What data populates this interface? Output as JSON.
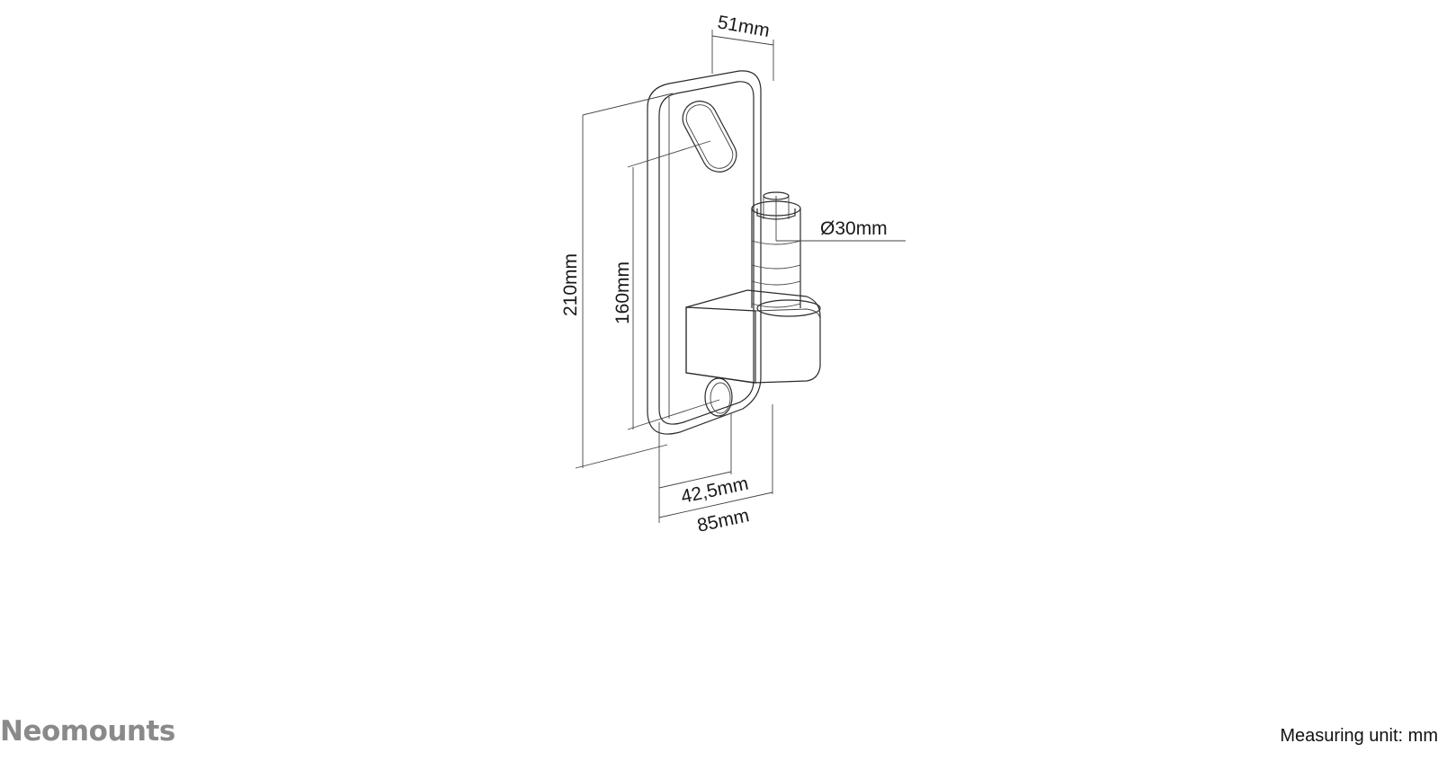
{
  "dimensions": {
    "depth": "51mm",
    "diameter": "Ø30mm",
    "height": "210mm",
    "hole_spacing": "160mm",
    "half_width": "42,5mm",
    "width": "85mm"
  },
  "footer": {
    "brand": "Neomounts",
    "unit_label": "Measuring unit: mm"
  },
  "colors": {
    "outline": "#2a2a2a",
    "brand": "#8a8a8a",
    "block_shade": "#d9d9d9"
  }
}
